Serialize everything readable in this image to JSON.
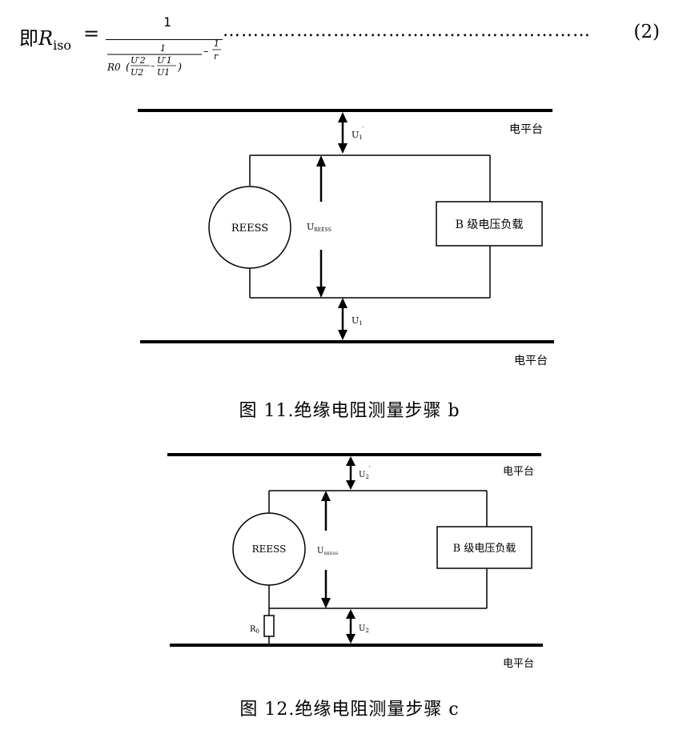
{
  "formula": {
    "prefix": "即",
    "symbol": "R",
    "subscript": "iso",
    "equals": "=",
    "numerator": "1",
    "inner_numerator": "1",
    "r0": "R0",
    "u2p": "U′2",
    "u2": "U2",
    "u1p": "U′1",
    "u1": "U1",
    "minus": "–",
    "one_over_r_num": "1",
    "one_over_r_den": "r",
    "leader": "……………………………………………………",
    "number": "(2)"
  },
  "figure11": {
    "platform_top": "电平台",
    "platform_bottom": "电平台",
    "reess": "REESS",
    "u_reess": "U",
    "u_reess_sub": "REESS",
    "load": "B 级电压负载",
    "u_top": "U",
    "u_top_sub": "1",
    "u_top_prime": "′",
    "u_bottom": "U",
    "u_bottom_sub": "1",
    "caption": "图 11.绝缘电阻测量步骤 b"
  },
  "figure12": {
    "platform_top": "电平台",
    "platform_bottom": "电平台",
    "reess": "REESS",
    "u_reess": "U",
    "u_reess_sub": "REESS",
    "load": "B 级电压负载",
    "u_top": "U",
    "u_top_sub": "2",
    "u_top_prime": "′",
    "u_bottom": "U",
    "u_bottom_sub": "2",
    "r0": "R",
    "r0_sub": "0",
    "caption": "图 12.绝缘电阻测量步骤 c"
  }
}
